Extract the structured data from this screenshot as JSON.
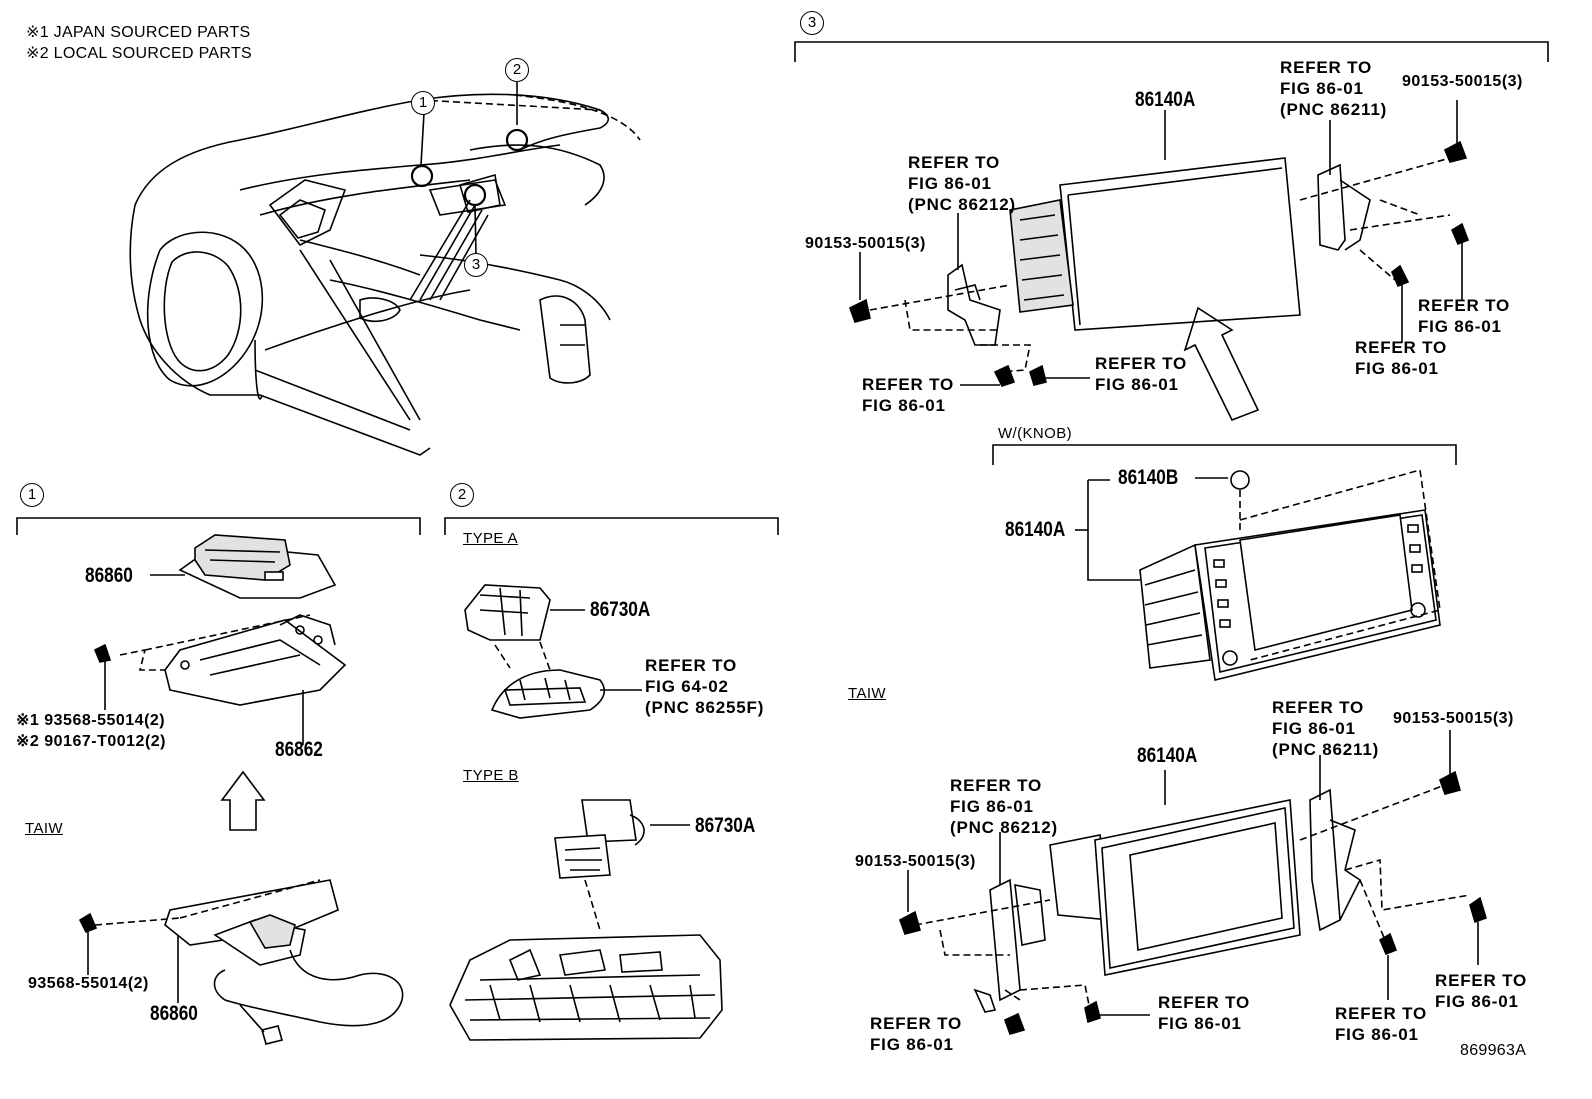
{
  "notes": {
    "note1": "※1 JAPAN SOURCED PARTS",
    "note2": "※2 LOCAL SOURCED PARTS"
  },
  "callouts": {
    "c1": "1",
    "c2": "2",
    "c3": "3"
  },
  "section1": {
    "callout": "1",
    "part_86860_top": "86860",
    "part_japan_bolt": "※1 93568-55014(2)",
    "part_local_bolt": "※2 90167-T0012(2)",
    "part_86862": "86862",
    "taiw": "TAIW",
    "part_bolt_bottom": "93568-55014(2)",
    "part_86860_bottom": "86860"
  },
  "section2": {
    "callout": "2",
    "type_a": "TYPE A",
    "part_86730a_top": "86730A",
    "ref_fig64": [
      "REFER TO",
      "FIG 64-02",
      "(PNC 86255F)"
    ],
    "type_b": "TYPE B",
    "part_86730a_bottom": "86730A"
  },
  "section3": {
    "callout": "3",
    "top": {
      "part_86140a": "86140A",
      "ref_pnc86211": [
        "REFER TO",
        "FIG 86-01",
        "(PNC 86211)"
      ],
      "bolt_right": "90153-50015(3)",
      "ref_pnc86212": [
        "REFER TO",
        "FIG 86-01",
        "(PNC 86212)"
      ],
      "bolt_left": "90153-50015(3)",
      "ref_right_a": [
        "REFER TO",
        "FIG 86-01"
      ],
      "ref_right_b": [
        "REFER TO",
        "FIG 86-01"
      ],
      "ref_mid": [
        "REFER TO",
        "FIG 86-01"
      ],
      "ref_bottom_left": [
        "REFER TO",
        "FIG 86-01"
      ]
    },
    "knob": {
      "label": "W/(KNOB)",
      "part_86140b": "86140B",
      "part_86140a": "86140A"
    },
    "bottom": {
      "taiw": "TAIW",
      "part_86140a": "86140A",
      "ref_pnc86211": [
        "REFER TO",
        "FIG 86-01",
        "(PNC 86211)"
      ],
      "bolt_right": "90153-50015(3)",
      "ref_pnc86212": [
        "REFER TO",
        "FIG 86-01",
        "(PNC 86212)"
      ],
      "bolt_left": "90153-50015(3)",
      "ref_right_a": [
        "REFER TO",
        "FIG 86-01"
      ],
      "ref_right_b": [
        "REFER TO",
        "FIG 86-01"
      ],
      "ref_mid": [
        "REFER TO",
        "FIG 86-01"
      ],
      "ref_bottom_left": [
        "REFER TO",
        "FIG 86-01"
      ]
    }
  },
  "figure_id": "869963A"
}
